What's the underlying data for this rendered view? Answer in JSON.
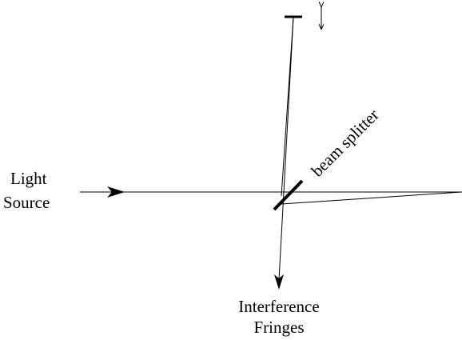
{
  "labels": {
    "light_source_line1": "Light",
    "light_source_line2": "Source",
    "beam_splitter": "beam splitter",
    "interference_line1": "Interference",
    "interference_line2": "Fringes"
  },
  "colors": {
    "stroke": "#000000",
    "background": "#ffffff"
  }
}
